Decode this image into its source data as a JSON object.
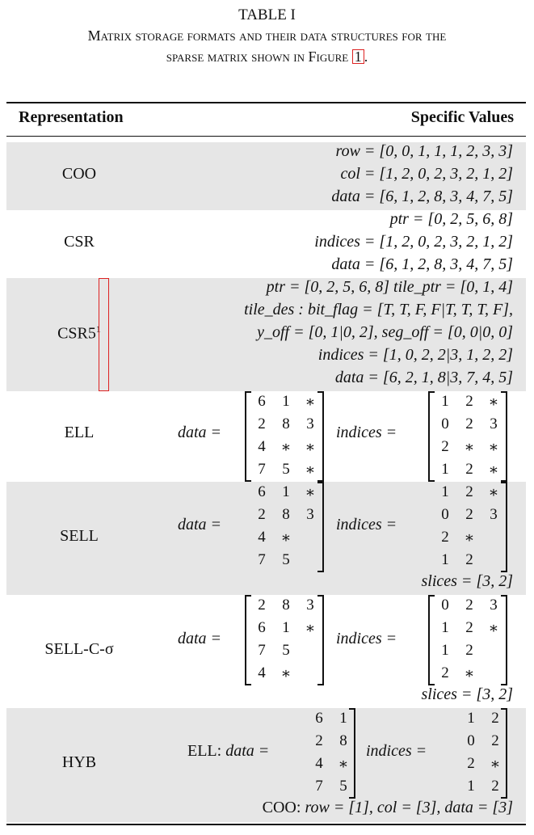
{
  "caption": {
    "line1": "TABLE I",
    "line2": "Matrix storage formats and their data structures for the",
    "line3_pre": "sparse matrix shown in Figure ",
    "line3_ref": "1",
    "line3_post": "."
  },
  "header": {
    "col1": "Representation",
    "col2": "Specific Values"
  },
  "rows": {
    "coo": {
      "label": "COO",
      "l1": "row = [0, 0, 1, 1, 1, 2, 3, 3]",
      "l2": "col = [1, 2, 0, 2, 3, 2, 1, 2]",
      "l3": "data = [6, 1, 2, 8, 3, 4, 7, 5]"
    },
    "csr": {
      "label": "CSR",
      "l1": "ptr = [0, 2, 5, 6, 8]",
      "l2": "indices = [1, 2, 0, 2, 3, 2, 1, 2]",
      "l3": "data = [6, 1, 2, 8, 3, 4, 7, 5]"
    },
    "csr5": {
      "label": "CSR5",
      "sup": "1",
      "l1": "ptr = [0, 2, 5, 6, 8] tile_ptr = [0, 1, 4]",
      "l2": "tile_des : bit_flag = [T, T, F, F|T, T, T, F],",
      "l3": "y_off = [0, 1|0, 2], seg_off = [0, 0|0, 0]",
      "l4": "indices = [1, 0, 2, 2|3, 1, 2, 2]",
      "l5": "data = [6, 2, 1, 8|3, 7, 4, 5]"
    },
    "ell": {
      "label": "ELL",
      "data_lbl": "data =",
      "ind_lbl": "indices =",
      "data": [
        [
          "6",
          "1",
          "∗"
        ],
        [
          "2",
          "8",
          "3"
        ],
        [
          "4",
          "∗",
          "∗"
        ],
        [
          "7",
          "5",
          "∗"
        ]
      ],
      "indices": [
        [
          "1",
          "2",
          "∗"
        ],
        [
          "0",
          "2",
          "3"
        ],
        [
          "2",
          "∗",
          "∗"
        ],
        [
          "1",
          "2",
          "∗"
        ]
      ]
    },
    "sell": {
      "label": "SELL",
      "data_lbl": "data =",
      "ind_lbl": "indices =",
      "data": [
        [
          "6",
          "1",
          "∗"
        ],
        [
          "2",
          "8",
          "3"
        ],
        [
          "4",
          "∗",
          ""
        ],
        [
          "7",
          "5",
          ""
        ]
      ],
      "indices": [
        [
          "1",
          "2",
          "∗"
        ],
        [
          "0",
          "2",
          "3"
        ],
        [
          "2",
          "∗",
          ""
        ],
        [
          "1",
          "2",
          ""
        ]
      ],
      "slices": "slices = [3, 2]"
    },
    "sellc": {
      "label": "SELL-C-σ",
      "data_lbl": "data =",
      "ind_lbl": "indices =",
      "data": [
        [
          "2",
          "8",
          "3"
        ],
        [
          "6",
          "1",
          "∗"
        ],
        [
          "7",
          "5",
          ""
        ],
        [
          "4",
          "∗",
          ""
        ]
      ],
      "indices": [
        [
          "0",
          "2",
          "3"
        ],
        [
          "1",
          "2",
          "∗"
        ],
        [
          "1",
          "2",
          ""
        ],
        [
          "2",
          "∗",
          ""
        ]
      ],
      "slices": "slices = [3, 2]"
    },
    "hyb": {
      "label": "HYB",
      "ell_prefix": "ELL:",
      "data_lbl": "data =",
      "ind_lbl": "indices =",
      "data": [
        [
          "6",
          "1"
        ],
        [
          "2",
          "8"
        ],
        [
          "4",
          "∗"
        ],
        [
          "7",
          "5"
        ]
      ],
      "indices": [
        [
          "1",
          "2"
        ],
        [
          "0",
          "2"
        ],
        [
          "2",
          "∗"
        ],
        [
          "1",
          "2"
        ]
      ],
      "coo_prefix": "COO:",
      "coo_text": "row = [1], col = [3], data = [3]"
    }
  }
}
